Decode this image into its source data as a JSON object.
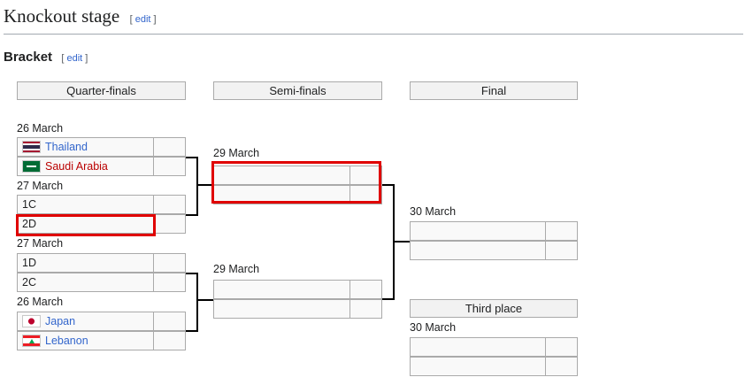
{
  "heading": {
    "title": "Knockout stage",
    "edit_label": "edit"
  },
  "bracket": {
    "title": "Bracket",
    "edit_label": "edit",
    "rounds": {
      "quarter_finals": "Quarter-finals",
      "semi_finals": "Semi-finals",
      "final": "Final",
      "third_place": "Third place"
    },
    "qf": [
      {
        "date": "26 March",
        "teams": [
          {
            "name": "Thailand",
            "flag": "flag-thailand-icon"
          },
          {
            "name": "Saudi Arabia",
            "flag": "flag-saudi-arabia-icon"
          }
        ]
      },
      {
        "date": "27 March",
        "teams": [
          {
            "name": "1C"
          },
          {
            "name": "2D"
          }
        ]
      },
      {
        "date": "27 March",
        "teams": [
          {
            "name": "1D"
          },
          {
            "name": "2C"
          }
        ]
      },
      {
        "date": "26 March",
        "teams": [
          {
            "name": "Japan",
            "flag": "flag-japan-icon"
          },
          {
            "name": "Lebanon",
            "flag": "flag-lebanon-icon"
          }
        ]
      }
    ],
    "sf": [
      {
        "date": "29 March"
      },
      {
        "date": "29 March"
      }
    ],
    "final": {
      "date": "30 March"
    },
    "third": {
      "date": "30 March"
    },
    "colors": {
      "link": "#3366cc",
      "redlink": "#ba0000",
      "highlight": "#e00000",
      "header_bg": "#f2f2f2"
    }
  }
}
